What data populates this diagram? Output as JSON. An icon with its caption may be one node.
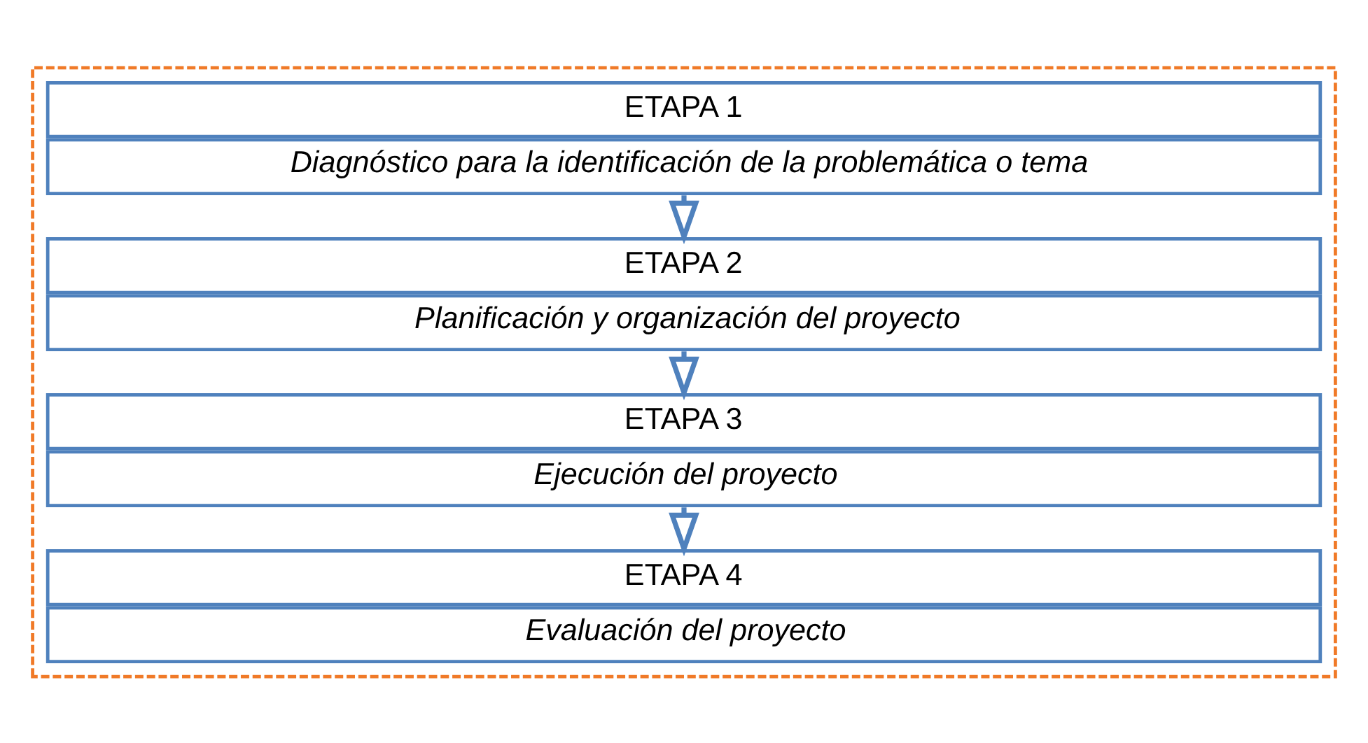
{
  "diagram": {
    "nodes": [
      {
        "text": [],
        "shape": "box"
      },
      {
        "text": [
          "ETAPA 1",
          "Diagnóstico para la identificación de la problemática o tema"
        ],
        "in": 0
      },
      {
        "text": [
          "ETAPA 2",
          "Planificación y organización del proyecto"
        ],
        "in": 0
      },
      {
        "text": [
          "ETAPA 3",
          "Ejecución del proyecto"
        ],
        "in": 0
      },
      {
        "text": [
          "ETAPA 4",
          "Evaluación del proyecto"
        ],
        "in": 0
      }
    ],
    "edges": [
      {
        "from": 1,
        "to": 2,
        "arrow": "to"
      },
      {
        "from": 2,
        "to": 3,
        "arrow": "to"
      },
      {
        "from": 3,
        "to": 4,
        "arrow": "to"
      }
    ]
  }
}
